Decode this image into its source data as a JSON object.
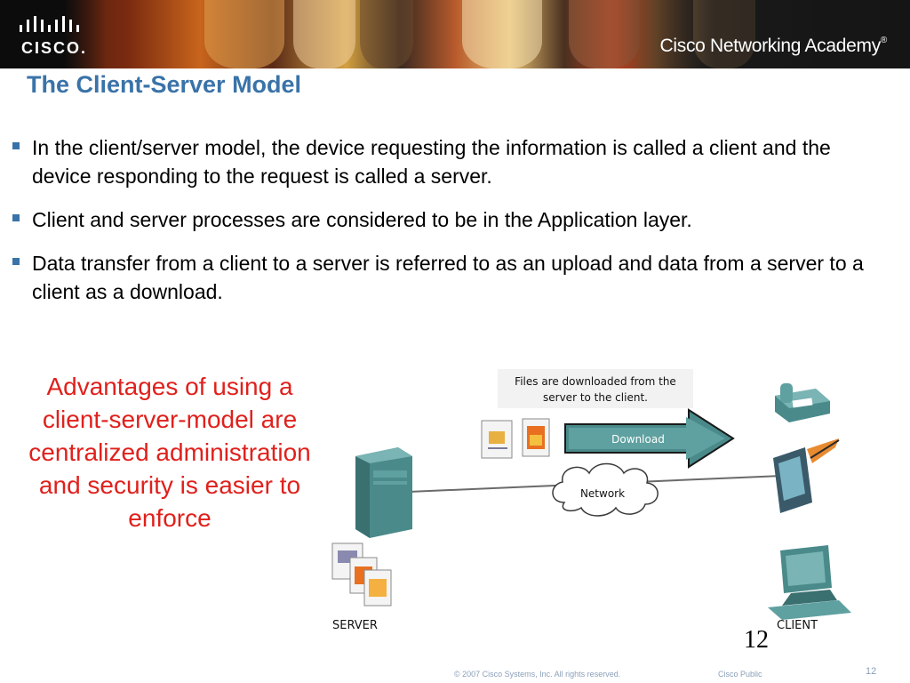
{
  "header": {
    "logo_text": "CISCO.",
    "academy_text": "Cisco Networking Academy",
    "academy_mark": "®"
  },
  "slide": {
    "title": "The Client-Server Model",
    "bullets": [
      "In the client/server model, the device requesting the information is called a client and the device responding to the request is called a server.",
      "Client and server processes are considered to be in the Application layer.",
      "Data transfer from a client to a server is referred to as an upload and data from a server to a client as a download."
    ],
    "advantages": "Advantages of using a client-server-model are centralized administration and security is easier to enforce"
  },
  "diagram": {
    "caption_line1": "Files are downloaded from the",
    "caption_line2": "server to the client.",
    "arrow_label": "Download",
    "network_label": "Network",
    "server_label": "SERVER",
    "client_label": "CLIENT"
  },
  "colors": {
    "title_blue": "#3a73a8",
    "advantages_red": "#e0201c",
    "device_teal": "#5a9c9c",
    "footer_gray": "#8a9fb8"
  },
  "footer": {
    "page_number": "12",
    "copyright": "© 2007 Cisco Systems, Inc. All rights reserved.",
    "classification": "Cisco Public",
    "slide_number": "12"
  }
}
